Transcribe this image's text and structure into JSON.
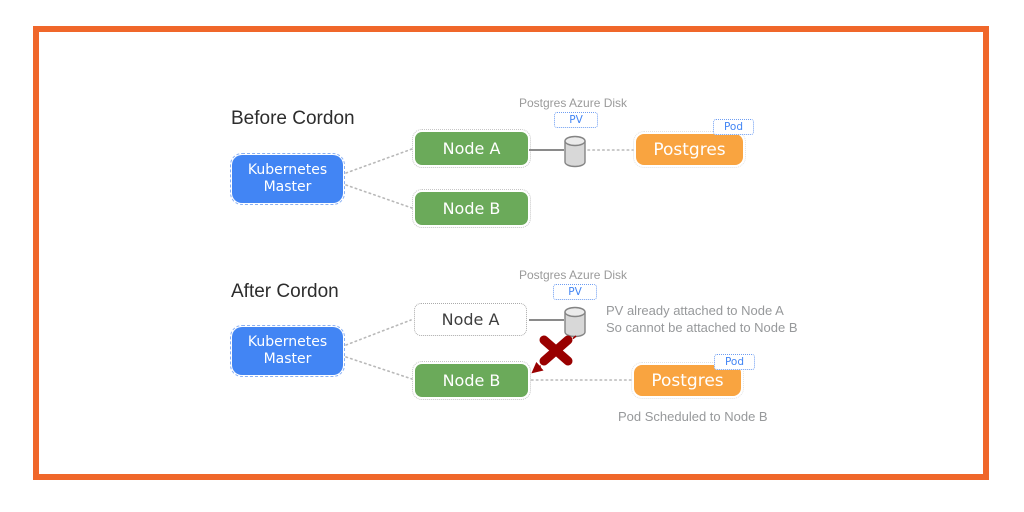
{
  "diagram": {
    "before": {
      "title": "Before Cordon",
      "master_line1": "Kubernetes",
      "master_line2": "Master",
      "node_a": "Node A",
      "node_b": "Node B",
      "disk_title": "Postgres Azure Disk",
      "pv_chip": "PV",
      "postgres": "Postgres",
      "pod_chip": "Pod"
    },
    "after": {
      "title": "After Cordon",
      "master_line1": "Kubernetes",
      "master_line2": "Master",
      "node_a": "Node A",
      "node_b": "Node B",
      "disk_title": "Postgres Azure Disk",
      "pv_chip": "PV",
      "postgres": "Postgres",
      "pod_chip": "Pod",
      "annotation_line1": "PV already attached to Node A",
      "annotation_line2": "So cannot be attached to Node B",
      "pod_note": "Pod Scheduled to Node B"
    },
    "colors": {
      "frame_orange": "#F0672A",
      "master_blue": "#4285F4",
      "node_green": "#6BAA5A",
      "postgres_orange": "#F9A440",
      "blocked_red": "#990000",
      "chip_blue": "#4285F4",
      "muted_text": "#97999B"
    }
  }
}
